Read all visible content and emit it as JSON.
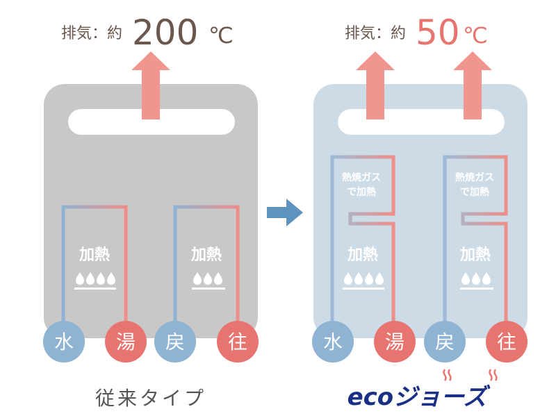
{
  "conventional": {
    "exhaust_prefix": "排気：約",
    "exhaust_temp": "200",
    "exhaust_unit": "℃",
    "caption": "従来タイプ",
    "heat_label": "加熱",
    "ports": [
      "水",
      "湯",
      "戻",
      "往"
    ]
  },
  "eco": {
    "exhaust_prefix": "排気：約",
    "exhaust_temp": "50",
    "exhaust_unit": "℃",
    "combustion_gas_line1": "熱焼ガス",
    "combustion_gas_line2": "で加熱",
    "heat_label": "加熱",
    "ports": [
      "水",
      "湯",
      "戻",
      "往"
    ],
    "logo_text": "ecoジョーズ"
  },
  "colors": {
    "hot_red": "#e8746f",
    "arrow_pink": "#f1968f",
    "cold_blue": "#8fb3d3",
    "gray_box": "#c8c8c8",
    "eco_box": "#cddbe6",
    "transition_arrow": "#5e93bd",
    "temp_brown": "#6b574c",
    "logo_navy": "#1a2f86"
  }
}
